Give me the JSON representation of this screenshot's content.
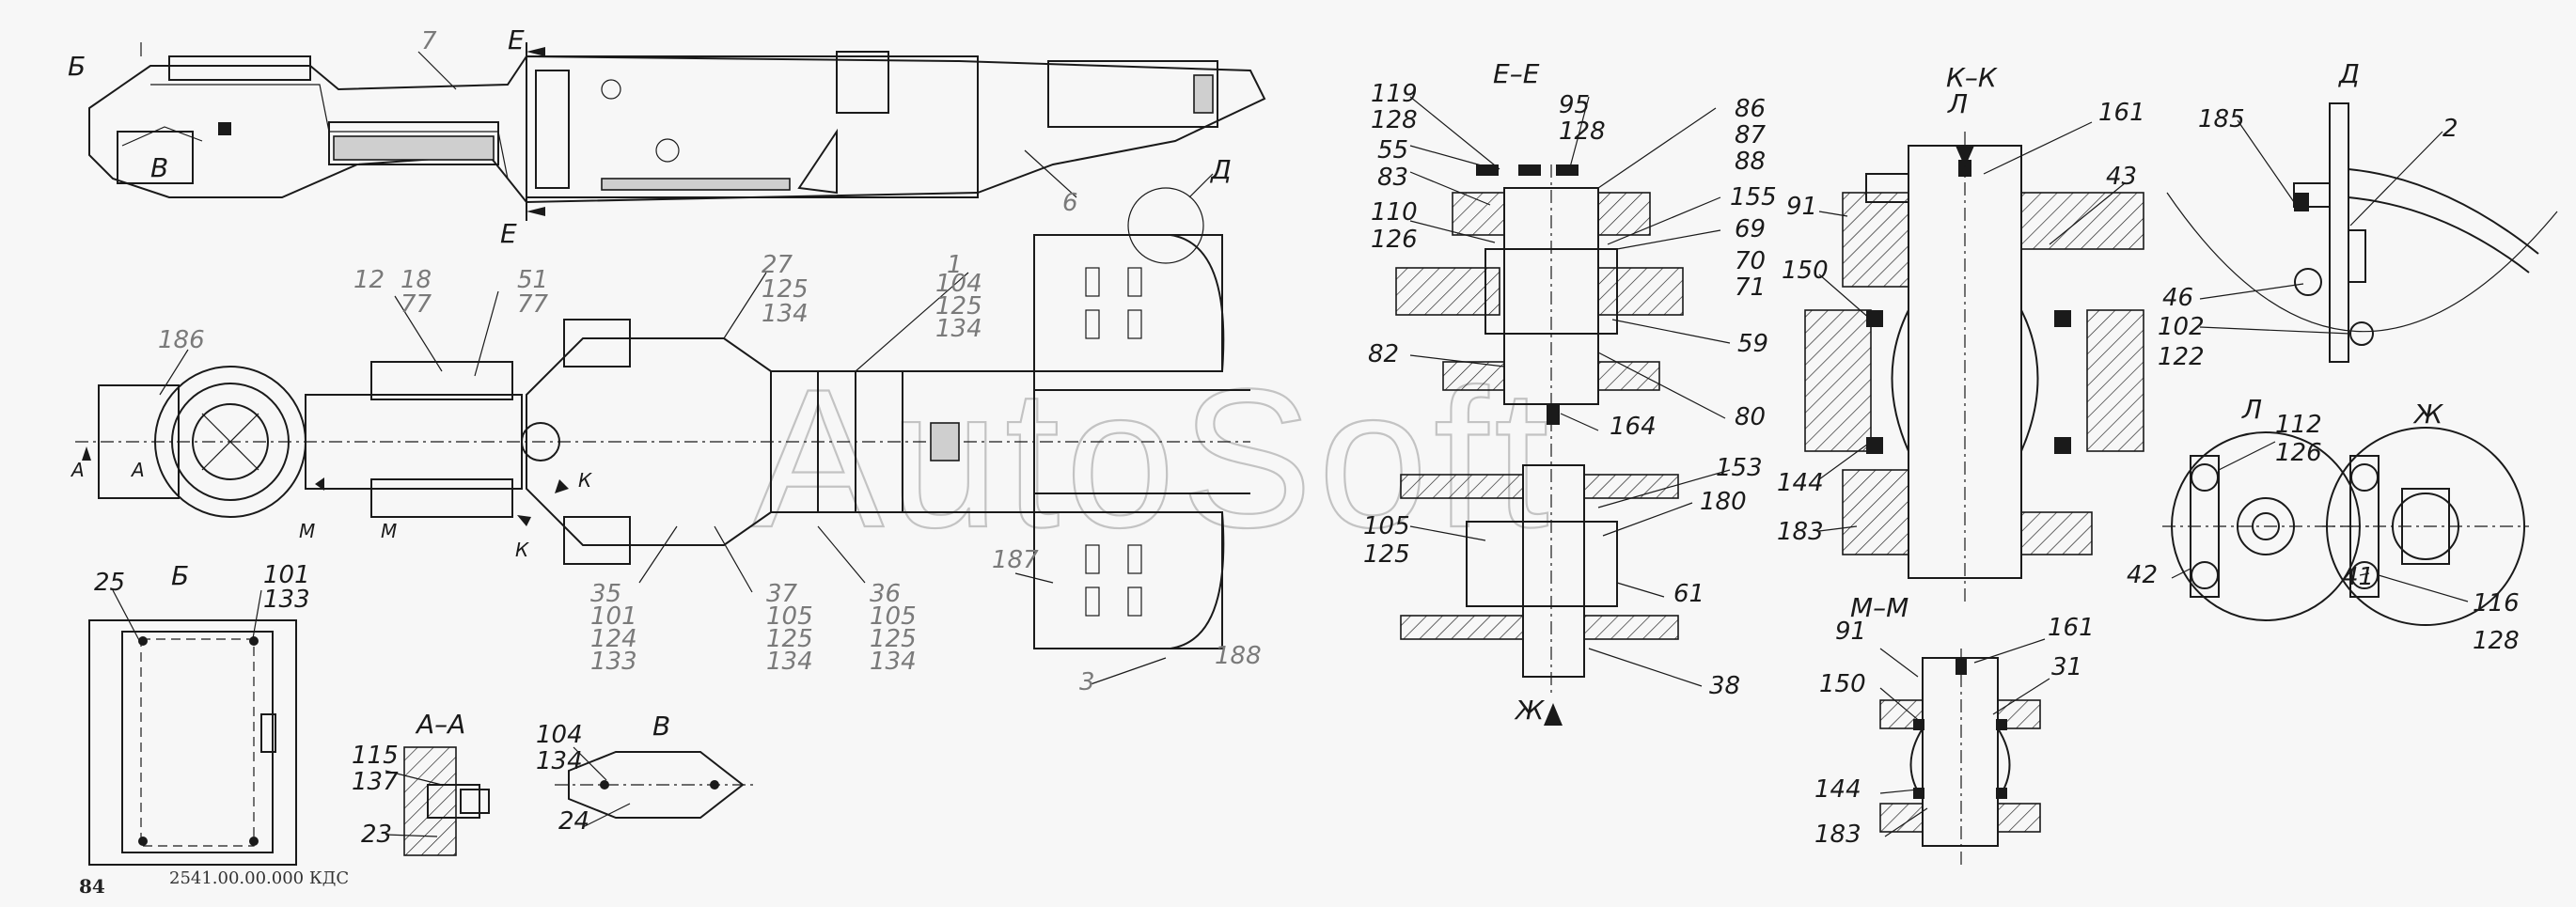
{
  "watermark": "AutoSoft",
  "footer": {
    "page_number": "84",
    "doc_code": "2541.00.00.000 КДС"
  },
  "views": {
    "ee": "Е–Е",
    "kk": "К–К",
    "d": "Д",
    "b": "Б",
    "aa": "А–А",
    "v": "В",
    "mm": "М–М",
    "l": "Л",
    "zh": "Ж"
  },
  "marks": {
    "e": "Е",
    "b": "Б",
    "v": "В",
    "d": "Д",
    "a": "А",
    "m": "М",
    "k": "К",
    "zh": "Ж",
    "l": "Л"
  },
  "callouts": {
    "c7": "7",
    "c6": "6",
    "c186": "186",
    "c12": "12",
    "c18": "18",
    "c77a": "77",
    "c51": "51",
    "c77b": "77",
    "c27": "27",
    "c125a": "125",
    "c134a": "134",
    "c1": "1",
    "c104a": "104",
    "c125b": "125",
    "c134b": "134",
    "c35": "35",
    "c101a": "101",
    "c124": "124",
    "c133a": "133",
    "c37": "37",
    "c105a": "105",
    "c125c": "125",
    "c134c": "134",
    "c36": "36",
    "c105b": "105",
    "c125d": "125",
    "c134d": "134",
    "c187": "187",
    "c188": "188",
    "c3": "3",
    "c25": "25",
    "c101b": "101",
    "c133b": "133",
    "c115": "115",
    "c137": "137",
    "c23": "23",
    "c104b": "104",
    "c134e": "134",
    "c24": "24",
    "c119": "119",
    "c128a": "128",
    "c55": "55",
    "c83": "83",
    "c110": "110",
    "c126a": "126",
    "c95": "95",
    "c128b": "128",
    "c86": "86",
    "c87": "87",
    "c88": "88",
    "c155": "155",
    "c69": "69",
    "c70": "70",
    "c71": "71",
    "c59": "59",
    "c82": "82",
    "c80": "80",
    "c164": "164",
    "c153": "153",
    "c180": "180",
    "c105c": "105",
    "c125e": "125",
    "c61": "61",
    "c38": "38",
    "c161a": "161",
    "c43": "43",
    "c91a": "91",
    "c150a": "150",
    "c144a": "144",
    "c183a": "183",
    "c91b": "91",
    "c161b": "161",
    "c150b": "150",
    "c31": "31",
    "c144b": "144",
    "c183b": "183",
    "c185": "185",
    "c2": "2",
    "c46": "46",
    "c102": "102",
    "c122": "122",
    "c112": "112",
    "c126b": "126",
    "c42": "42",
    "c41": "41",
    "c116": "116",
    "c128c": "128"
  }
}
